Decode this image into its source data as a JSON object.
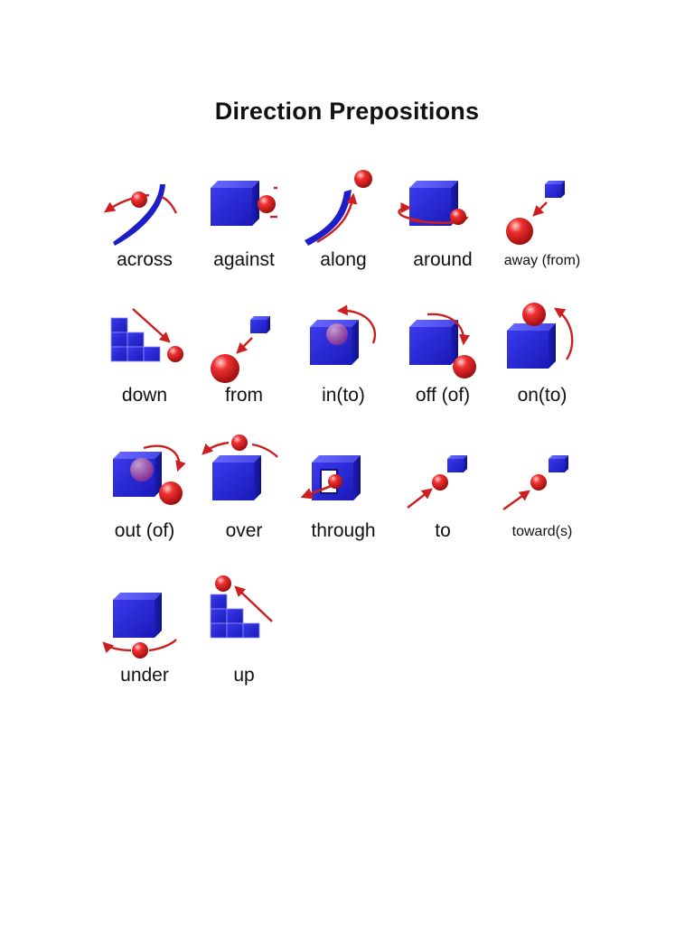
{
  "title": "Direction Prepositions",
  "colors": {
    "cube": "#2626d6",
    "ball": "#e02020",
    "arrow": "#cc1f1f",
    "ribbon": "#1e1ec8"
  },
  "items": [
    {
      "label": "across",
      "icon": "across-icon"
    },
    {
      "label": "against",
      "icon": "against-icon"
    },
    {
      "label": "along",
      "icon": "along-icon"
    },
    {
      "label": "around",
      "icon": "around-icon"
    },
    {
      "label": "away (from)",
      "icon": "away-from-icon"
    },
    {
      "label": "down",
      "icon": "down-icon"
    },
    {
      "label": "from",
      "icon": "from-icon"
    },
    {
      "label": "in(to)",
      "icon": "into-icon"
    },
    {
      "label": "off (of)",
      "icon": "off-of-icon"
    },
    {
      "label": "on(to)",
      "icon": "onto-icon"
    },
    {
      "label": "out (of)",
      "icon": "out-of-icon"
    },
    {
      "label": "over",
      "icon": "over-icon"
    },
    {
      "label": "through",
      "icon": "through-icon"
    },
    {
      "label": "to",
      "icon": "to-icon"
    },
    {
      "label": "toward(s)",
      "icon": "towards-icon"
    },
    {
      "label": "under",
      "icon": "under-icon"
    },
    {
      "label": "up",
      "icon": "up-icon"
    }
  ]
}
